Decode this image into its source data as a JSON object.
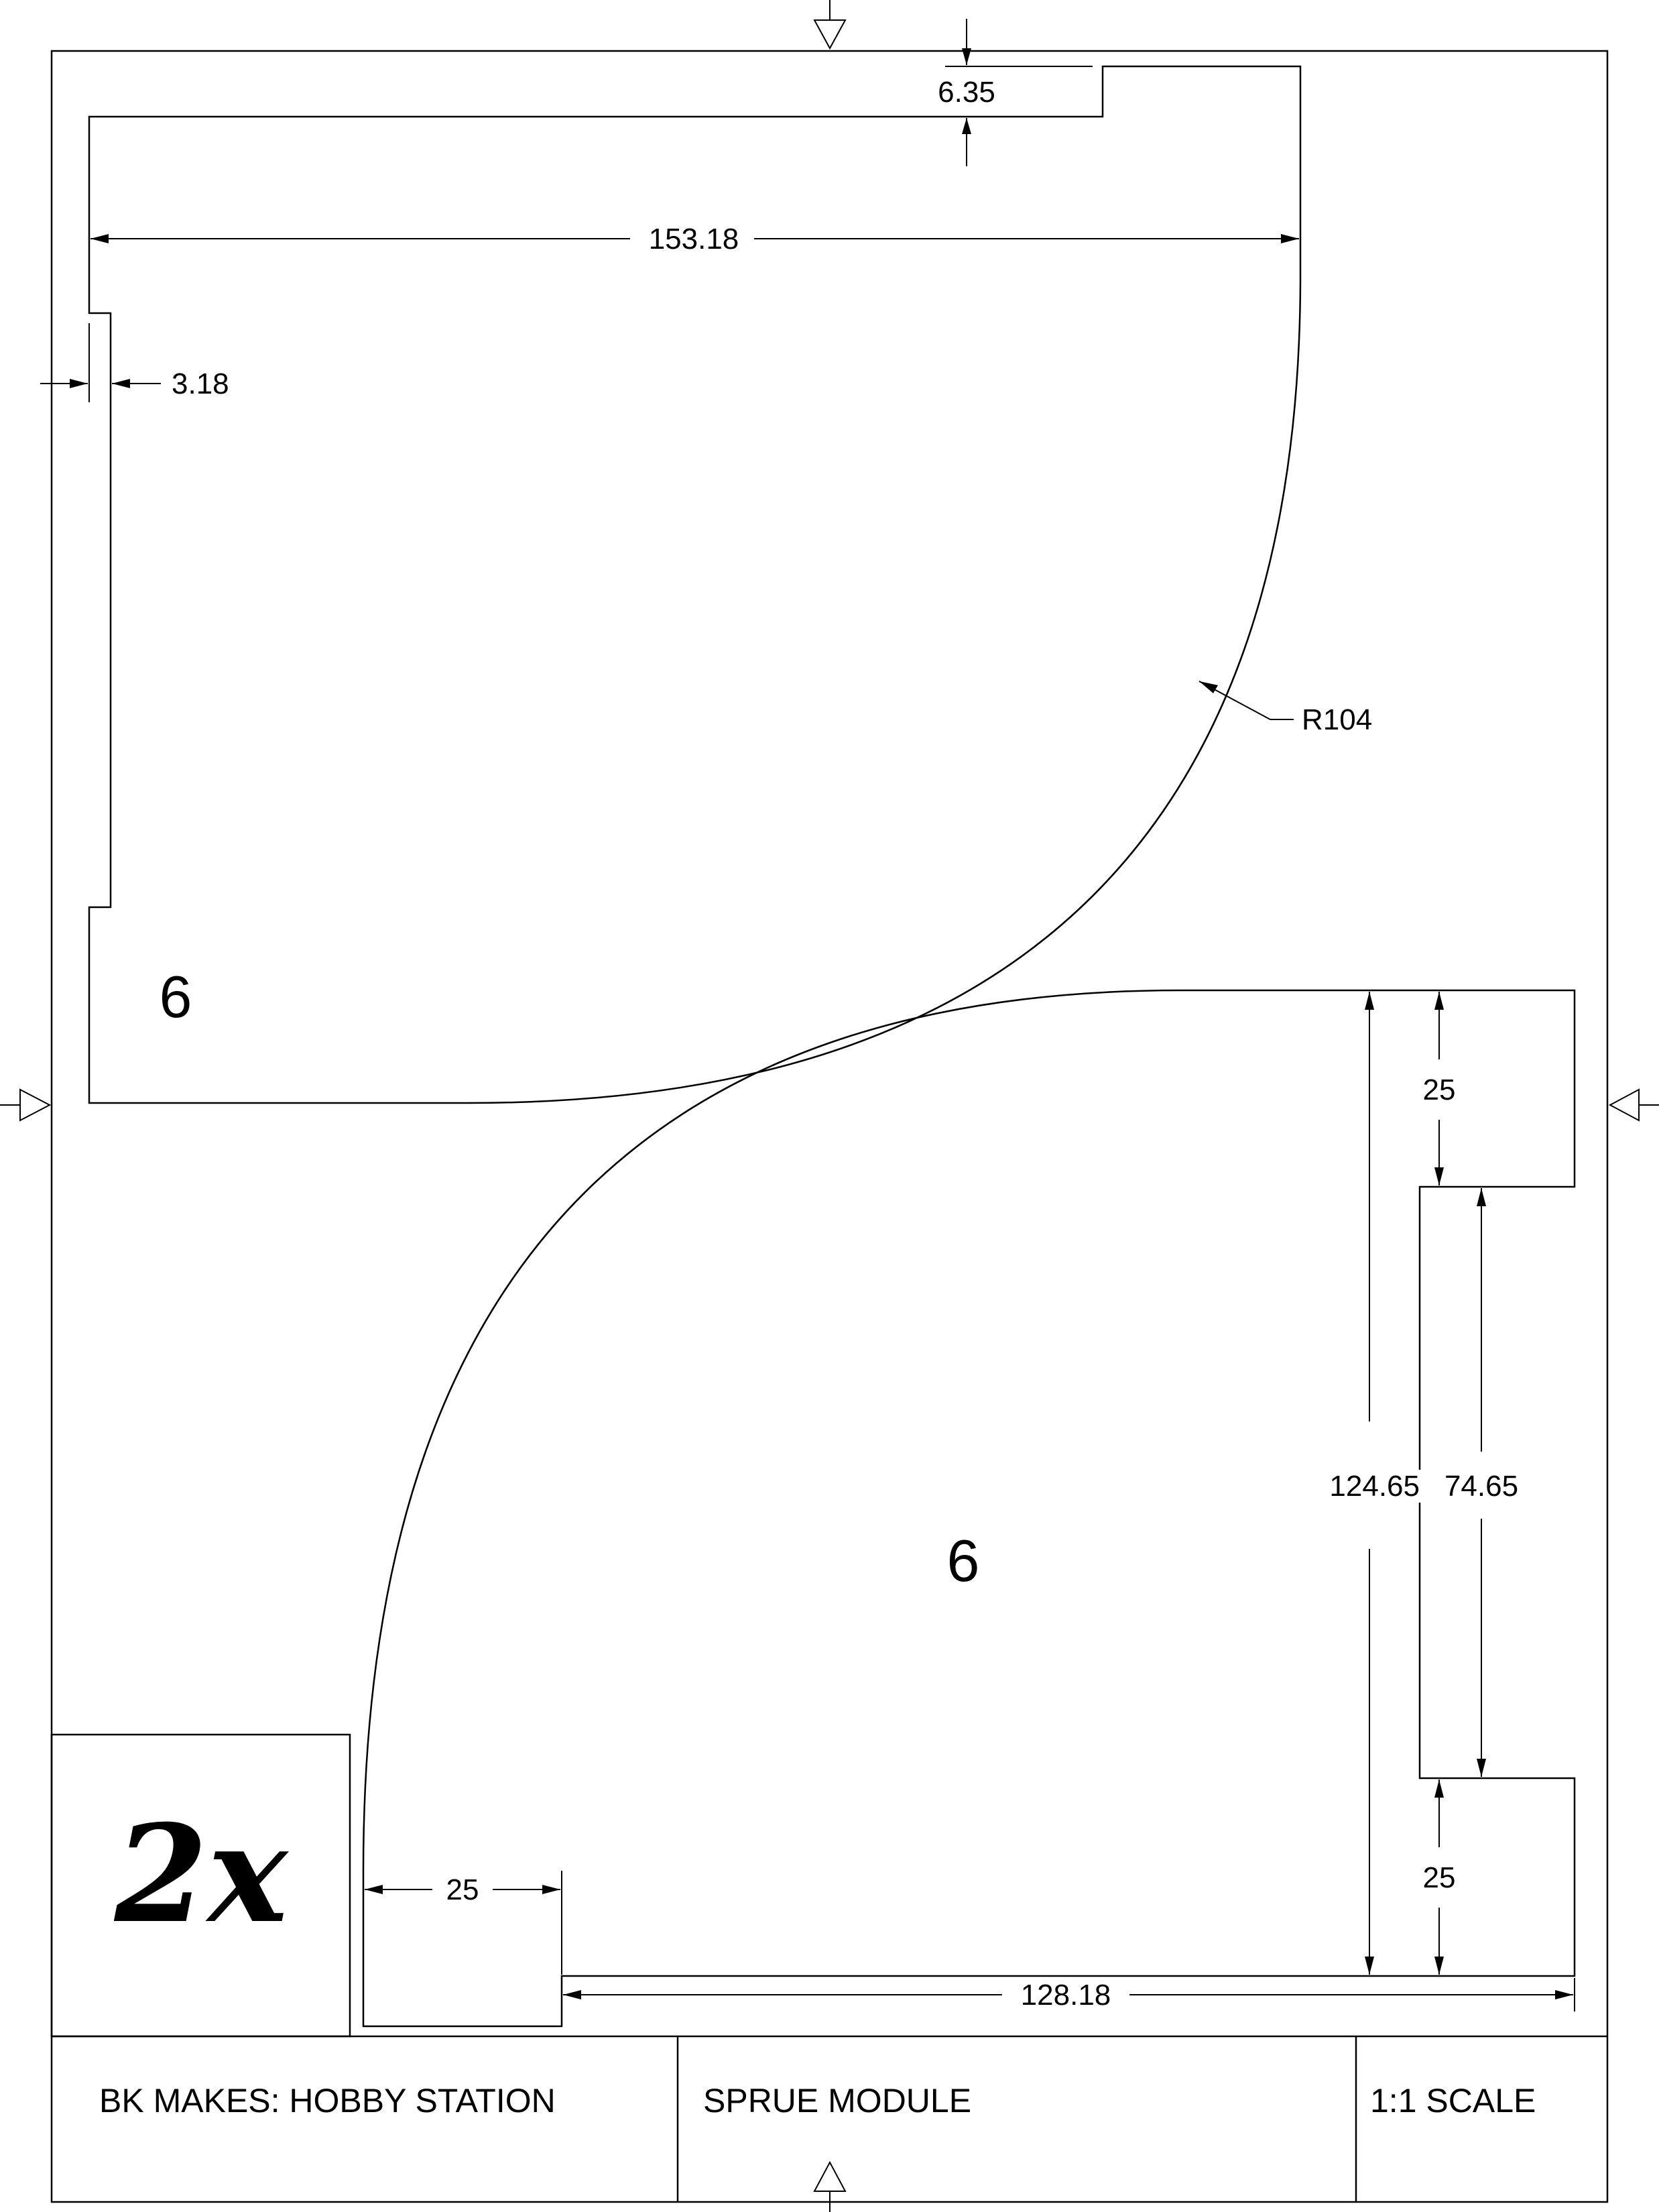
{
  "drawing": {
    "part_labels": {
      "upper_part": "6",
      "lower_part": "6"
    },
    "quantity_mark": "2x",
    "dimensions": {
      "notch_depth": "6.35",
      "overall_width_upper": "153.18",
      "tab_offset": "3.18",
      "radius": "R104",
      "tab_height_top": "25",
      "overall_height_lower": "124.65",
      "slot_length": "74.65",
      "tab_height_bottom": "25",
      "bottom_tab_width": "25",
      "overall_width_lower": "128.18"
    }
  },
  "title_block": {
    "project": "BK MAKES: HOBBY STATION",
    "part_name": "SPRUE MODULE",
    "scale": "1:1 SCALE"
  },
  "colors": {
    "line": "#000000",
    "background": "#ffffff"
  }
}
